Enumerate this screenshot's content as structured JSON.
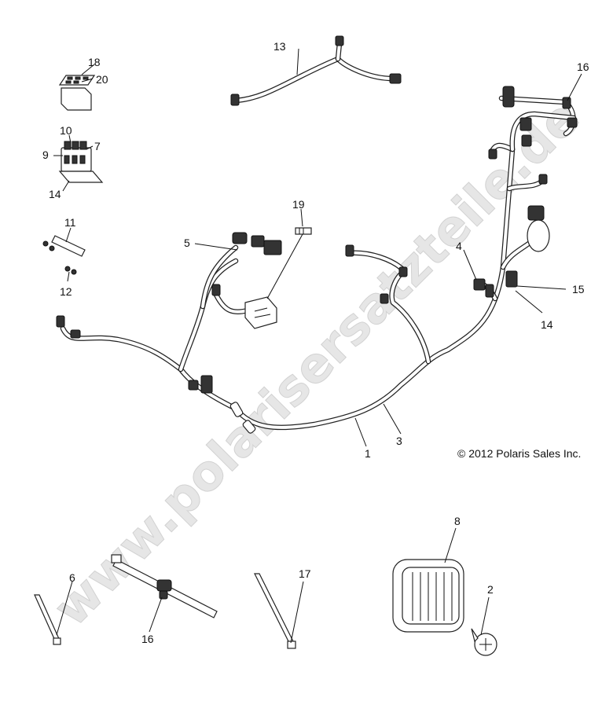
{
  "watermark": "www.polarisersatzteile.de",
  "copyright": "© 2012 Polaris Sales Inc.",
  "callouts": {
    "c1": "1",
    "c2": "2",
    "c3": "3",
    "c4": "4",
    "c5": "5",
    "c6": "6",
    "c7": "7",
    "c8": "8",
    "c9": "9",
    "c10": "10",
    "c11": "11",
    "c12": "12",
    "c13": "13",
    "c14a": "14",
    "c14b": "14",
    "c15": "15",
    "c16a": "16",
    "c16b": "16",
    "c17": "17",
    "c18": "18",
    "c19": "19",
    "c20": "20"
  }
}
